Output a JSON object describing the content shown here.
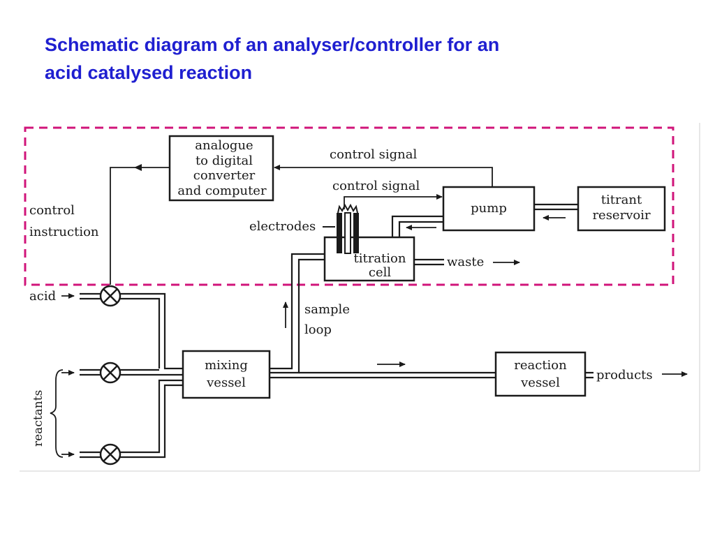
{
  "title": {
    "line1": "Schematic diagram of an analyser/controller for an",
    "line2": "acid catalysed reaction"
  },
  "colors": {
    "title": "#1f1fd0",
    "highlight_border": "#d0147a",
    "ink": "#1a1a1a"
  },
  "diagram": {
    "adc": [
      "analogue",
      "to digital",
      "converter",
      "and computer"
    ],
    "pump": "pump",
    "titrant": [
      "titrant",
      "reservoir"
    ],
    "titration_cell": [
      "titration",
      "cell"
    ],
    "mixing": [
      "mixing",
      "vessel"
    ],
    "reaction": [
      "reaction",
      "vessel"
    ],
    "control_signal_top": "control signal",
    "control_signal_mid": "control signal",
    "control_instruction": [
      "control",
      "instruction"
    ],
    "electrodes": "electrodes",
    "waste": "waste",
    "acid": "acid",
    "sample_loop": [
      "sample",
      "loop"
    ],
    "products": "products",
    "reactants": "reactants"
  }
}
